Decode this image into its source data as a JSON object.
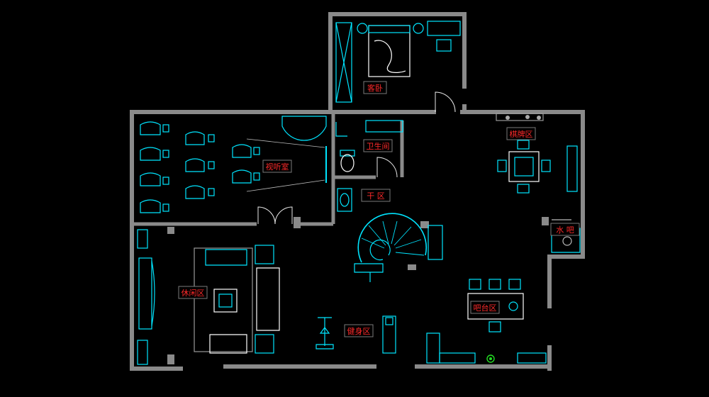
{
  "colors": {
    "background": "#000000",
    "wall": "#8a8a8a",
    "furniture": "#00e5ff",
    "label_text": "#ff2a2a",
    "label_border": "#7a7a7a",
    "plant": "#22dd22",
    "door": "#e8e8e8"
  },
  "rooms": {
    "guest_bedroom": "客卧",
    "bathroom": "卫生间",
    "mahjong_area": "棋牌区",
    "av_room": "视听室",
    "dry_area": "干 区",
    "water_bar": "水 吧",
    "leisure_area": "休闲区",
    "bar_area": "吧台区",
    "fitness_area": "健身区"
  },
  "icons": [
    "sofa-icon",
    "armchair-icon",
    "toilet-icon",
    "basin-icon",
    "spiral-stair-icon",
    "bed-icon",
    "mahjong-table-icon",
    "bar-stool-icon",
    "exercise-bike-icon",
    "treadmill-icon",
    "plant-icon",
    "coffee-table-icon"
  ]
}
